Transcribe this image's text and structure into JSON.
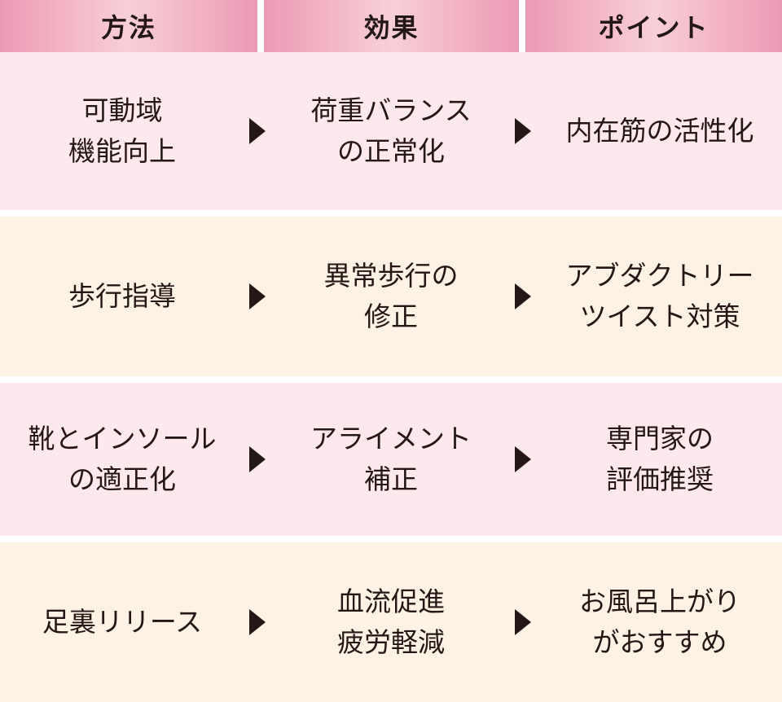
{
  "header": {
    "col_method": "方法",
    "col_effect": "効果",
    "col_point": "ポイント"
  },
  "rows": [
    {
      "method": "可動域\n機能向上",
      "effect": "荷重バランス\nの正常化",
      "point": "内在筋の活性化"
    },
    {
      "method": "歩行指導",
      "effect": "異常歩行の\n修正",
      "point": "アブダクトリー\nツイスト対策"
    },
    {
      "method": "靴とインソール\nの適正化",
      "effect": "アライメント\n補正",
      "point": "専門家の\n評価推奨"
    },
    {
      "method": "足裏リリース",
      "effect": "血流促進\n疲労軽減",
      "point": "お風呂上がり\nがおすすめ"
    }
  ],
  "colors": {
    "header_pink": "#ec9ab4",
    "row_pink": "#fde8ee",
    "row_cream": "#fdf3e4",
    "arrow": "#231815"
  },
  "icons": {
    "arrow": "triangle-right-icon"
  }
}
